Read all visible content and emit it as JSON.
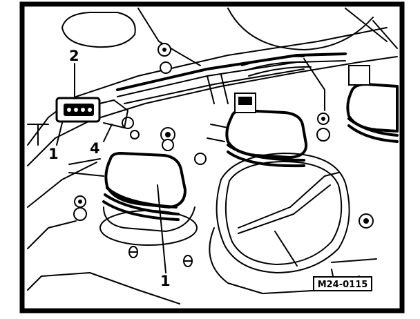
{
  "figure": {
    "reference_code": "M24-0115",
    "callouts": {
      "connector": "2",
      "connector_plug": "1",
      "pin": "4",
      "ignition_coil": "1"
    }
  }
}
